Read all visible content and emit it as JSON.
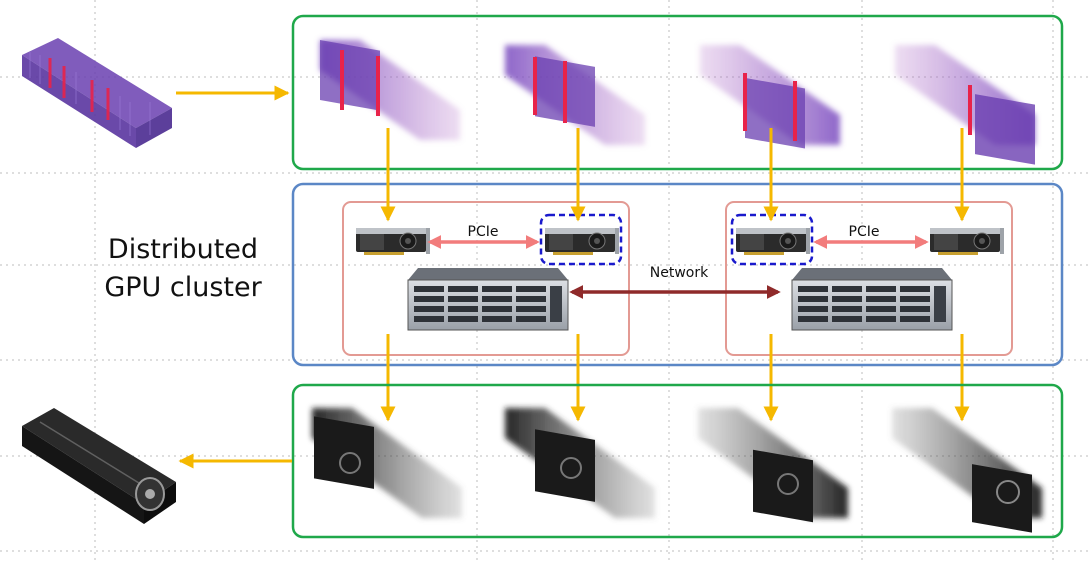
{
  "title_line1": "Distributed",
  "title_line2": "GPU cluster",
  "links": {
    "pcie_left": "PCIe",
    "pcie_right": "PCIe",
    "network": "Network"
  },
  "colors": {
    "data_box_border": "#1fa84a",
    "cluster_box_border": "#5b87c6",
    "node_box_border": "#e39a93",
    "flow_arrow": "#f5b800",
    "pcie_arrow": "#f27c7c",
    "network_arrow": "#8f2a2a",
    "gpu_highlight": "#1a1acc",
    "volume_purple": "#6a3fb0",
    "volume_red": "#e8234a",
    "render_dark": "#1c1c1c"
  },
  "icons": {
    "input_volume": "volume-data-icon",
    "bricks": "volume-brick-icon",
    "gpu": "gpu-card-icon",
    "server": "rack-server-icon",
    "output_render": "rendered-volume-icon"
  }
}
